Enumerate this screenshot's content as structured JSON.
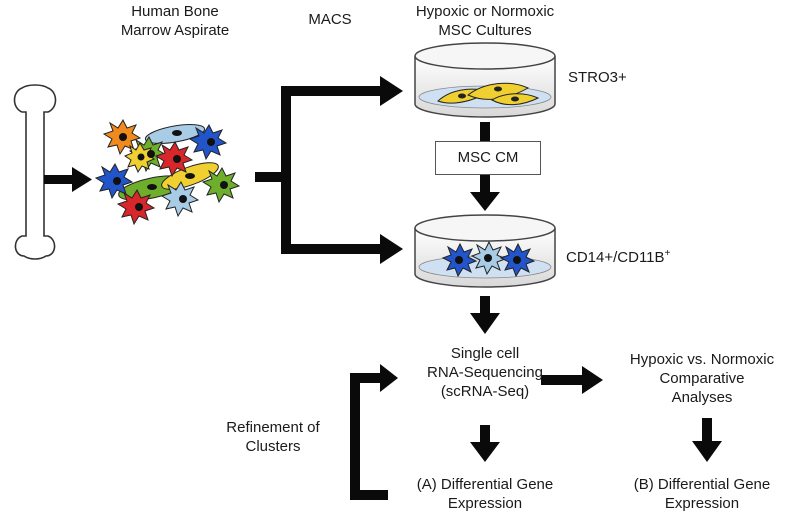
{
  "labels": {
    "source_line1": "Human Bone",
    "source_line2": "Marrow Aspirate",
    "macs": "MACS",
    "culture_line1": "Hypoxic or Normoxic",
    "culture_line2": "MSC Cultures",
    "stro3": "STRO3+",
    "msc_cm": "MSC CM",
    "cd14_main": "CD14+/CD11B",
    "cd14_sup": "+",
    "scrna_line1": "Single cell",
    "scrna_line2": "RNA-Sequencing",
    "scrna_line3": "(scRNA-Seq)",
    "refinement_line1": "Refinement of",
    "refinement_line2": "Clusters",
    "diffA_line1": "(A) Differential Gene",
    "diffA_line2": "Expression",
    "comparative_line1": "Hypoxic vs. Normoxic",
    "comparative_line2": "Comparative",
    "comparative_line3": "Analyses",
    "diffB_line1": "(B) Differential Gene",
    "diffB_line2": "Expression"
  },
  "colors": {
    "arrow": "#0a0a0a",
    "msc_cell": "#f0d030",
    "monocyte_blue": "#2155c9",
    "monocyte_light": "#a8cbe6",
    "cell_red": "#d9262b",
    "cell_green": "#6fae2a",
    "cell_orange": "#f08a1c",
    "dish_fill": "#f4f4f4",
    "medium": "#cfe0f2"
  }
}
